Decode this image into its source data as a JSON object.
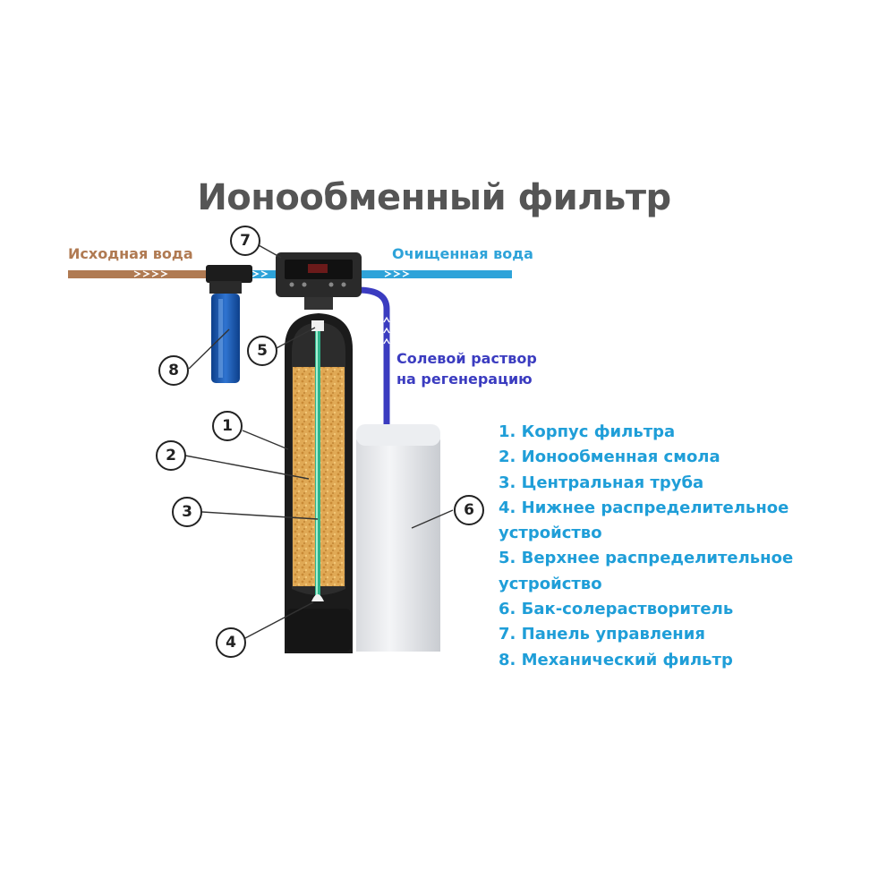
{
  "title": "Ионообменный фильтр",
  "flows": {
    "raw_water": "Исходная вода",
    "clean_water": "Очищенная вода",
    "brine_line1": "Солевой раствор",
    "brine_line2": "на регенерацию"
  },
  "colors": {
    "title": "#555555",
    "raw_water": "#b07a52",
    "clean_water": "#2ea3d9",
    "brine": "#3b3cc0",
    "legend": "#1f9ed8"
  },
  "callouts": [
    "1",
    "2",
    "3",
    "4",
    "5",
    "6",
    "7",
    "8"
  ],
  "legend": [
    "1. Корпус фильтра",
    "2. Ионообменная смола",
    "3. Центральная труба",
    "4. Нижнее распределительное устройство",
    "5. Верхнее распределительное устройство",
    "6. Бак-солерастворитель",
    "7. Панель управления",
    "8. Механический фильтр"
  ]
}
